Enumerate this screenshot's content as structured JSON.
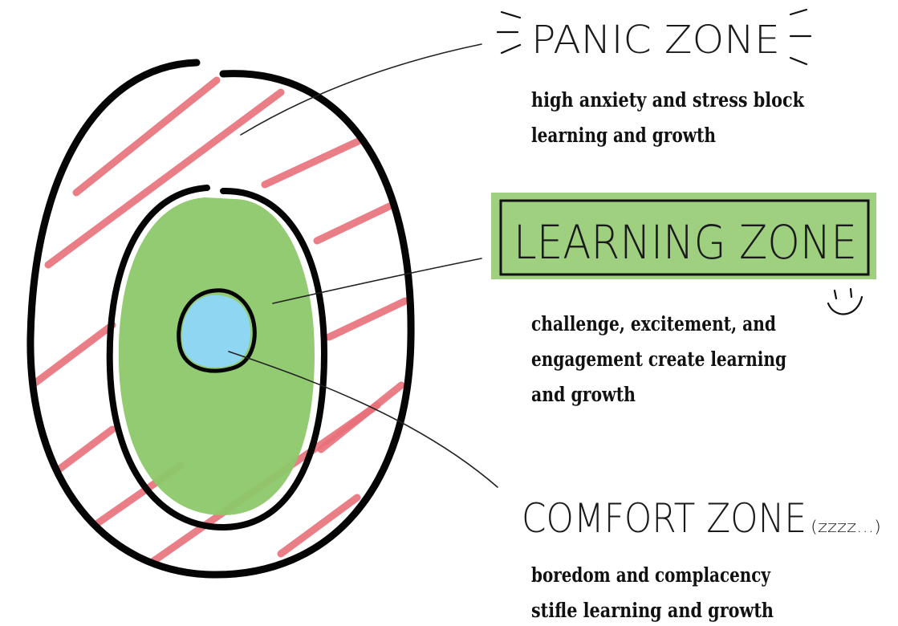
{
  "zones": {
    "panic": {
      "title": "PANIC ZONE",
      "line1": "high anxiety and stress block",
      "line2": "learning and growth",
      "color": "#e8707a"
    },
    "learning": {
      "title": "LEARNING ZONE",
      "line1": "challenge, excitement, and",
      "line2": "engagement create learning",
      "line3": "and growth",
      "color": "#8dc86a"
    },
    "comfort": {
      "title": "COMFORT ZONE",
      "aside": "(zzzz...)",
      "line1": "boredom and complacency",
      "line2": "stifle learning and growth",
      "color": "#8fd6f2"
    }
  },
  "decorations": {
    "smiley": "smiley-face-icon"
  }
}
